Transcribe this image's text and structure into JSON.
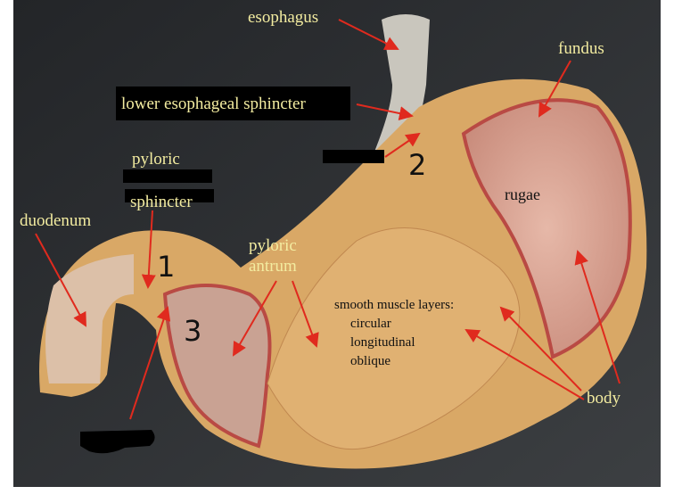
{
  "title": "Stomach anatomy model",
  "labels": {
    "esophagus": "esophagus",
    "les": "lower esophageal sphincter",
    "fundus": "fundus",
    "rugae": "rugae",
    "duodenum": "duodenum",
    "pyloric_antrum_1": "pyloric",
    "pyloric_antrum_2": "antrum",
    "muscle_heading": "smooth muscle layers:",
    "muscle_1": "circular",
    "muscle_2": "longitudinal",
    "muscle_3": "oblique",
    "body": "body",
    "pyloric_sphincter_1": "pyloric",
    "pyloric_sphincter_2": "sphincter"
  },
  "numbers": [
    "1",
    "2",
    "3"
  ],
  "colors": {
    "label": "#f3eca0",
    "arrow": "#e02a1e",
    "background": "#26282b",
    "tissue": "#d9a866"
  }
}
